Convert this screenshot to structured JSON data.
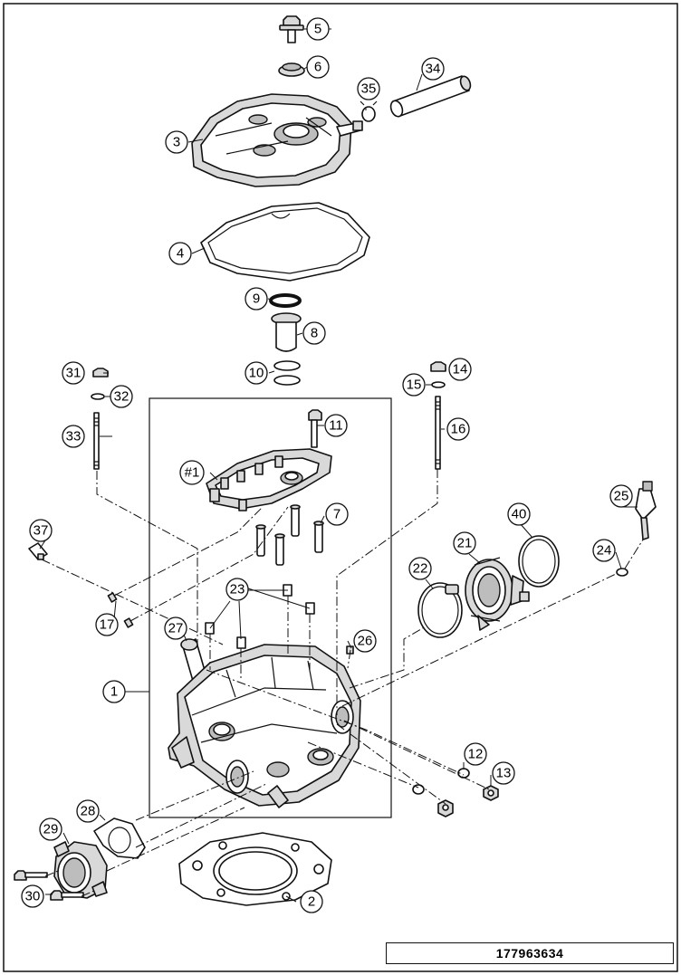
{
  "document_number": "177963634",
  "callouts": [
    {
      "label": "1"
    },
    {
      "label": "2"
    },
    {
      "label": "3"
    },
    {
      "label": "4"
    },
    {
      "label": "5"
    },
    {
      "label": "6"
    },
    {
      "label": "7"
    },
    {
      "label": "8"
    },
    {
      "label": "9"
    },
    {
      "label": "10"
    },
    {
      "label": "11"
    },
    {
      "label": "12"
    },
    {
      "label": "13"
    },
    {
      "label": "14"
    },
    {
      "label": "15"
    },
    {
      "label": "16"
    },
    {
      "label": "17"
    },
    {
      "label": "21"
    },
    {
      "label": "22"
    },
    {
      "label": "23"
    },
    {
      "label": "24"
    },
    {
      "label": "25"
    },
    {
      "label": "26"
    },
    {
      "label": "27"
    },
    {
      "label": "28"
    },
    {
      "label": "29"
    },
    {
      "label": "30"
    },
    {
      "label": "31"
    },
    {
      "label": "32"
    },
    {
      "label": "33"
    },
    {
      "label": "34"
    },
    {
      "label": "35"
    },
    {
      "label": "37"
    },
    {
      "label": "40"
    },
    {
      "label": "#1"
    }
  ]
}
